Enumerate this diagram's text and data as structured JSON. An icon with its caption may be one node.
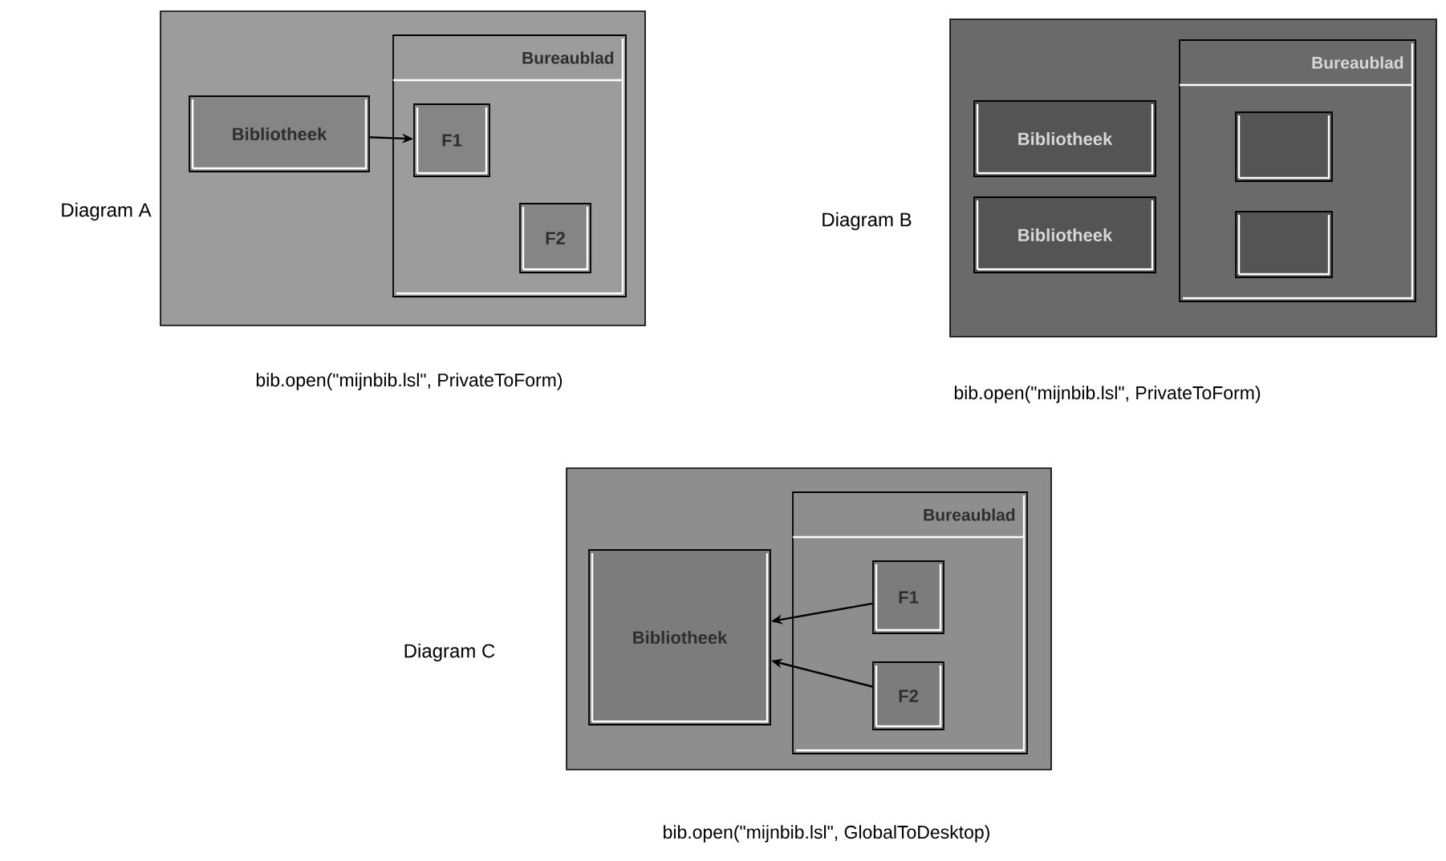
{
  "diagram": {
    "nodes": [
      {
        "text": [
          "Bureaublad"
        ]
      },
      {
        "text": [
          "Bibliotheek"
        ]
      },
      {
        "text": [
          "F1"
        ],
        "in": 0
      },
      {
        "text": [
          "F2"
        ],
        "in": 0
      },
      {
        "text": [
          "Bureaublad"
        ]
      },
      {
        "text": [
          "Bibliotheek"
        ]
      },
      {
        "text": [
          "Bibliotheek"
        ]
      },
      {
        "text": [],
        "shape": "box",
        "in": 4
      },
      {
        "text": [],
        "shape": "box",
        "in": 4
      },
      {
        "text": [
          "Bureaublad"
        ]
      },
      {
        "text": [
          "Bibliotheek"
        ]
      },
      {
        "text": [
          "F1"
        ],
        "in": 9
      },
      {
        "text": [
          "F2"
        ],
        "in": 9
      }
    ],
    "edges": [
      {
        "from": 1,
        "to": 2,
        "arrow": "to"
      },
      {
        "from": 11,
        "to": 10,
        "arrow": "to"
      },
      {
        "from": 12,
        "to": 10,
        "arrow": "to"
      }
    ],
    "labels": [
      "Diagram A",
      "Diagram B",
      "bib.open(\"mijnbib.lsl\", PrivateToForm)",
      "bib.open(\"mijnbib.lsl\", PrivateToForm)",
      "Diagram C",
      "bib.open(\"mijnbib.lsl\", GlobalToDesktop)"
    ]
  }
}
